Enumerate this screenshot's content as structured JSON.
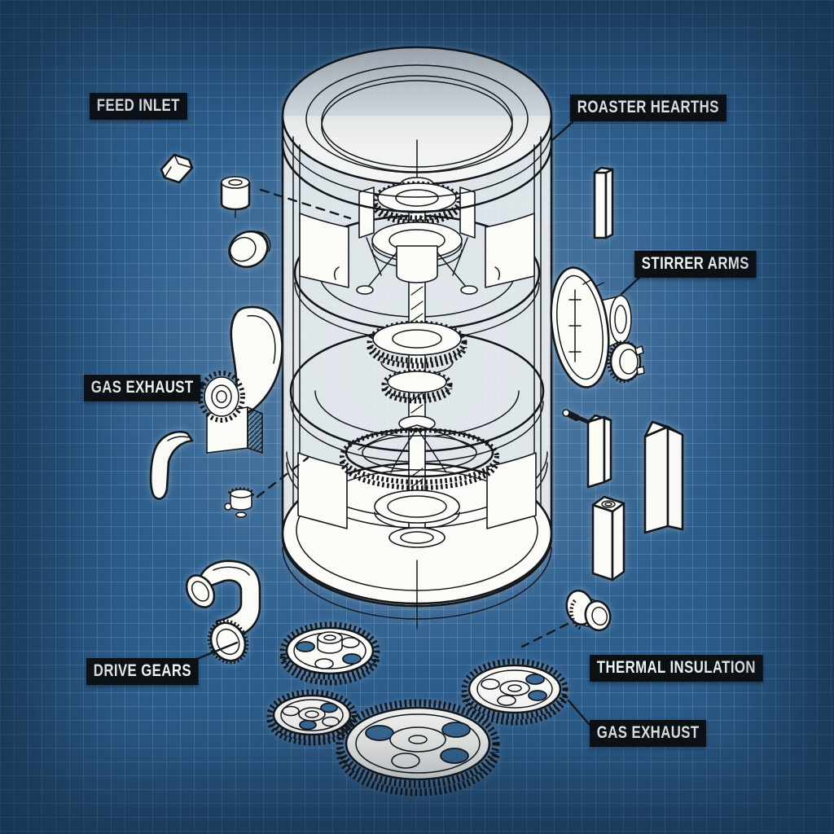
{
  "diagram": {
    "type": "exploded-view-blueprint",
    "subject": "roaster-assembly",
    "colors": {
      "background": "#2d5f8e",
      "grid_line": "#bad6ea",
      "ink": "#14181c",
      "paper": "#fbfbf8",
      "label_bg": "#0c1116",
      "label_text": "#f4f4f1",
      "hole_blue": "#3a6c99"
    },
    "labels": [
      {
        "id": "feed-inlet",
        "text": "FEED INLET"
      },
      {
        "id": "roaster-hearths",
        "text": "ROASTER HEARTHS"
      },
      {
        "id": "stirrer-arms",
        "text": "STIRRER ARMS"
      },
      {
        "id": "gas-exhaust-left",
        "text": "GAS EXHAUST"
      },
      {
        "id": "drive-gears",
        "text": "DRIVE GEARS"
      },
      {
        "id": "thermal-insulation",
        "text": "THERMAL INSULATION"
      },
      {
        "id": "gas-exhaust-bottom",
        "text": "GAS EXHAUST"
      }
    ]
  }
}
